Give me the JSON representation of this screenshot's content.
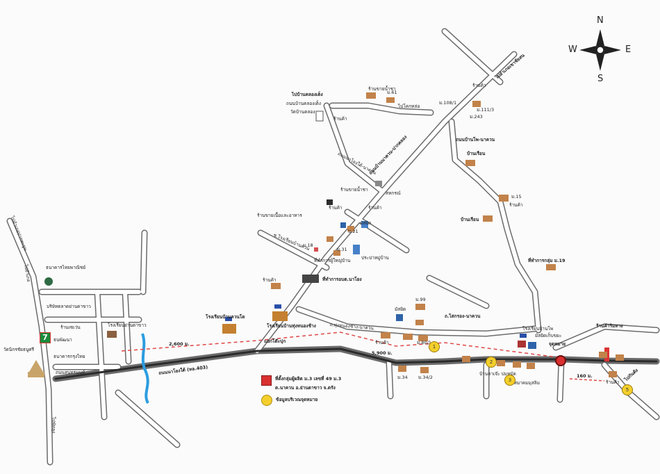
{
  "compass": {
    "n": "N",
    "s": "S",
    "e": "E",
    "w": "W"
  },
  "labels": {
    "to_phattalung_top": "ไปอำเภอเขาชัยสน",
    "to_phattalung_left": "ไปอำเภอปากพะยูน",
    "to_trang": "ไปอำเภอ",
    "to_yan_ta_khao": "ไปพัทลุง",
    "to_kaoklong": "ไปกันตัง",
    "bank_thai": "ธนาคารไทยพาณิชย์",
    "wat_hat_yai": "วัดนิกรชัยธนูศรี",
    "company": "บริษัทตลาดย่านตาขาว",
    "school_yan": "โรงเรียนย่านตาขาว",
    "market": "ร้านเซเว่น",
    "store": "ธนพัฒนา",
    "bank2": "ธนาคารกรุงไทย",
    "road_main_left": "ถนนสุนทรนนท์",
    "road_highway": "ถนนนาโยงใต้ (ทล.403)",
    "dist_2600": "2,600 ม.",
    "dist_5900": "5,900 ม.",
    "dist_160": "160 ม.",
    "school_rural": "โรงเรียนบ้านควนโด",
    "school_village": "โรงเรียนบ้านทุ่งหนองช้าง",
    "junction": "แยกโต๊ะปุก",
    "pagoda_temple": "ที่ทำการอบต.นาโยง",
    "hall": "ที่ทำการผู้ใหญ่บ้าน",
    "village_water": "ประปาหมู่บ้าน",
    "road_soi": "ซ.โรงเรียนบ้านควน",
    "road_village": "ถ.ทุ่งหนองช้าง-นาควน",
    "mosque": "มัสยิด",
    "shop": "ร้านค้า",
    "shop_group": "ร้านขายเนื้อและอาหาร",
    "coffee": "ร้านขายน้ำชา",
    "rubber": "สหกรณ์",
    "road_diag": "ถนนบ้านนาควน-ปากคลอง",
    "road_diag2": "ถนนนาโยงใต้-นาควน",
    "road_top": "ถนนบ้านคลองเต็ง",
    "wat_top": "วัดบ้านคลอง",
    "road_top2": "ไปบ้านคลองเต็ง",
    "nanual": "ไปโคกหล่อ",
    "m61": "ม.61",
    "m108": "ม.108/1",
    "m111": "ม.111/3",
    "m243": "ม.243",
    "m15": "ม.15",
    "m18": "ม.18",
    "m19": "ม.19",
    "m21": "ม.21",
    "m31": "ม.31",
    "m34": "ม.34",
    "m342": "ม.34/2",
    "m99": "ม.99",
    "m807": "ม.80/1",
    "road_right": "ถนนบ้านโพ-นาควน",
    "house_row": "บ้านเรือน",
    "hall_19": "ที่ทำการกลุ่ม ม.19",
    "road_river": "ถ.ไสกรอง-นาควน",
    "legend_red_1": "ที่ตั้งกลุ่มผู้ผลิต ม.3 เลขที่ 49 ม.3",
    "legend_red_2": "ต.นาควน อ.ย่านตาขาว จ.ตรัง",
    "legend_yellow": "ข้อมูลบริเวณจุดหมาย",
    "orig_store": "ร้านค้าริมทาง",
    "school_right": "โรงเรียนบ้านโพ",
    "wat_right": "มัสยิดเก็บขยะ",
    "dest_label": "จุดหมาย",
    "near_house": "บ้านตาเจ๊ะ ปมหมัด",
    "near_house2": "สมาคมมุสลิม",
    "right_shop": "ร้านค้าริมทาง",
    "spot1": "1",
    "spot2": "2",
    "spot3": "3",
    "spot5": "5"
  },
  "colors": {
    "road": "#7a7a7a",
    "road_fill": "#ffffff",
    "highway": "#333333",
    "route": "#e04848",
    "river": "#2c9de0",
    "dest": "#d93030",
    "spot": "#f4cf2c"
  }
}
